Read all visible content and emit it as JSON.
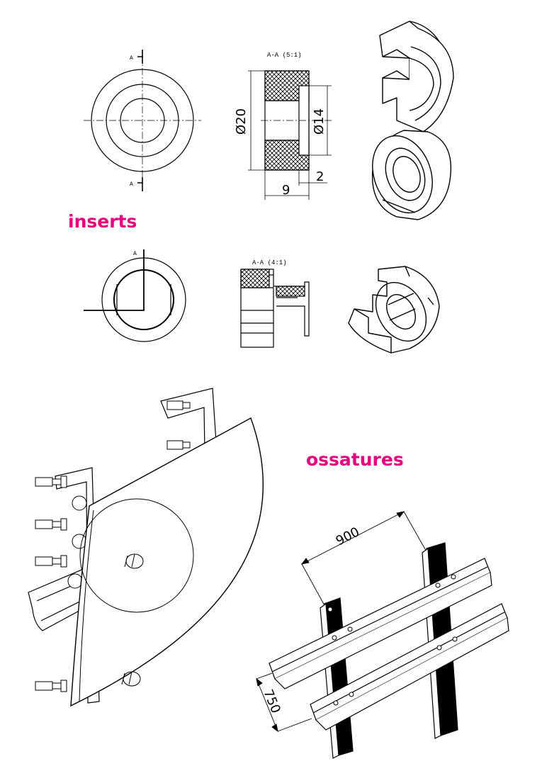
{
  "sections": {
    "inserts_title": "inserts",
    "ossatures_title": "ossatures"
  },
  "drawings": {
    "section_marker": "A",
    "section_1_label": "A-A (5:1)",
    "section_2_label": "A-A (4:1)",
    "dim_outer_diameter": "Ø20",
    "dim_inner_diameter": "Ø14",
    "dim_length": "9",
    "dim_recess": "2",
    "dim_spacing": "900",
    "dim_height": "750"
  },
  "colors": {
    "accent": "#e6007e",
    "line": "#000000",
    "paper": "#ffffff"
  }
}
